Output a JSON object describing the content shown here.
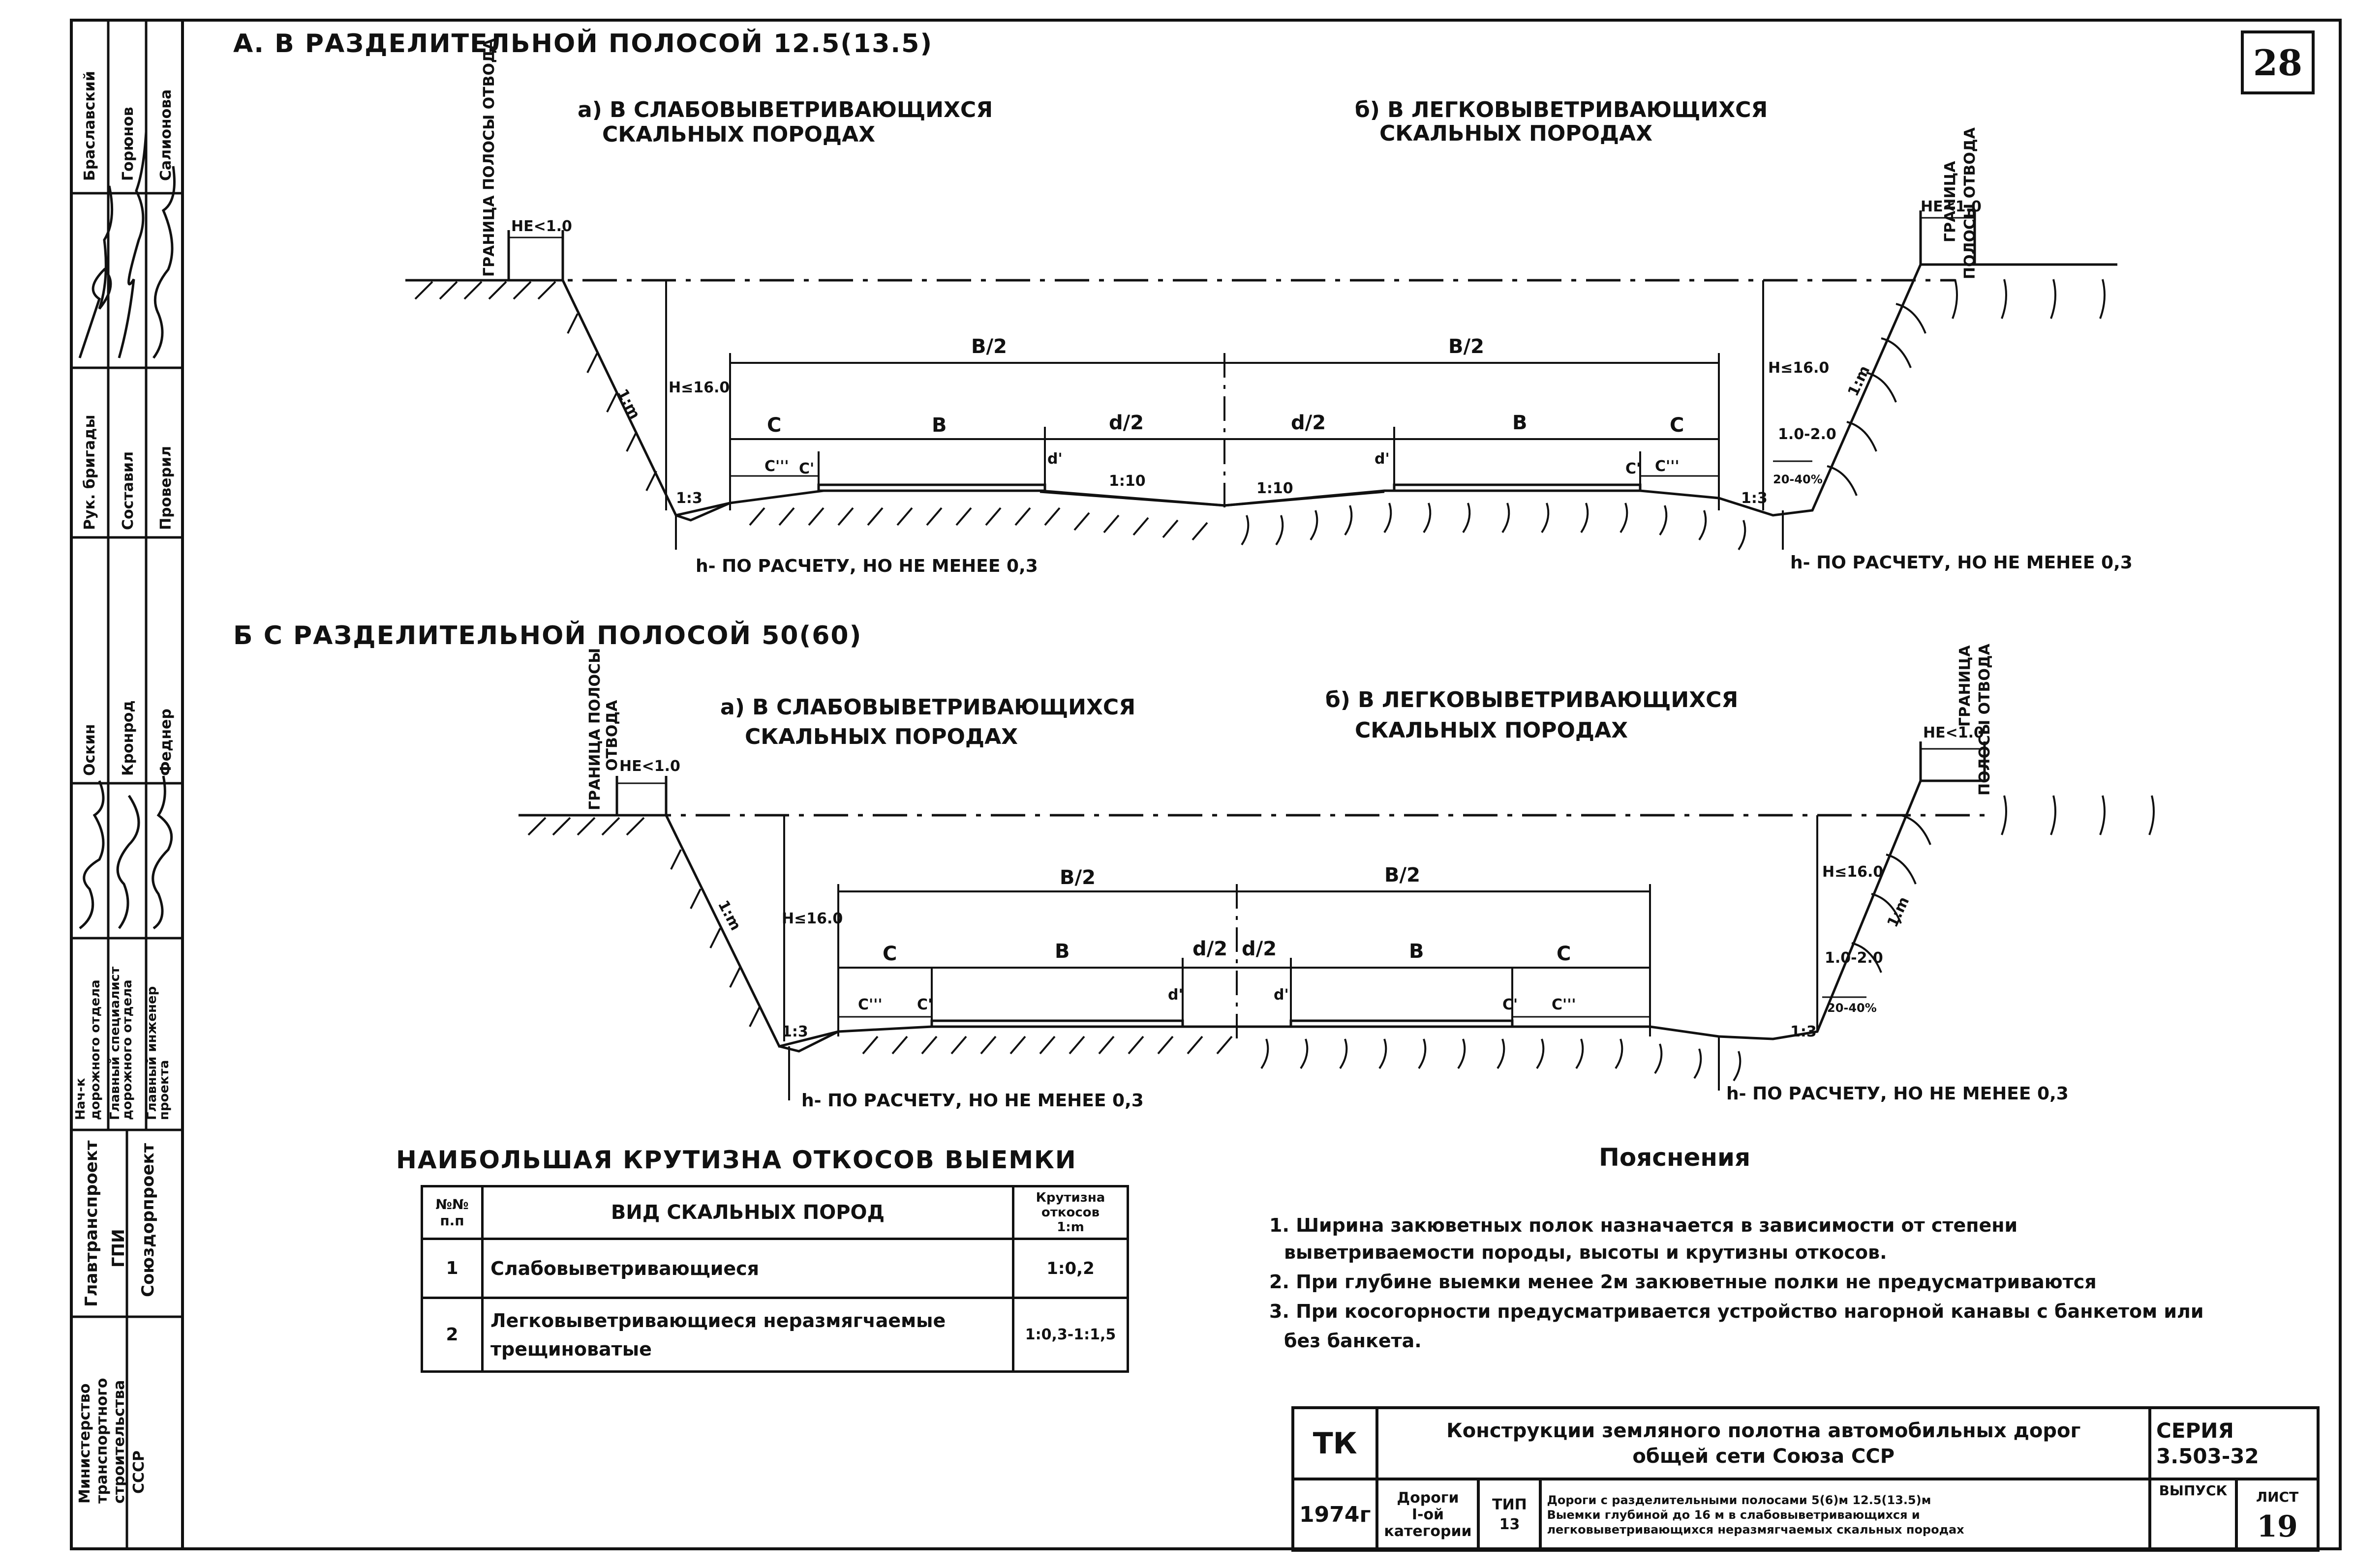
{
  "sheet_badge": "28",
  "sectionA": {
    "title": "А.  В РАЗДЕЛИТЕЛЬНОЙ ПОЛОСОЙ  12.5(13.5)",
    "left_line1": "а) В СЛАБОВЫВЕТРИВАЮЩИХСЯ",
    "left_line2": "СКАЛЬНЫХ ПОРОДАХ",
    "right_line1": "б) В ЛЕГКОВЫВЕТРИВАЮЩИХСЯ",
    "right_line2": "СКАЛЬНЫХ ПОРОДАХ",
    "border_left": "ГРАНИЦА ПОЛОСЫ ОТВОДА",
    "border_right1": "ГРАНИЦА",
    "border_right2": "ПОЛОСЫ ОТВОДА",
    "ne10": "НЕ<1.0",
    "h_left": "Н≤16.0",
    "h_right": "Н≤16.0",
    "b2": "В/2",
    "c": "С",
    "b": "В",
    "d2": "d/2",
    "c3": "С'''",
    "c1": "С'",
    "d1": "d'",
    "slope_m": "1:m",
    "slope_10": "1:10",
    "slope_3": "1:3",
    "bench": "1.0-2.0",
    "bench_pct": "20-40%",
    "h_note": "h- ПО РАСЧЕТУ, НО НЕ МЕНЕЕ 0,3"
  },
  "sectionB": {
    "title": "Б   С РАЗДЕЛИТЕЛЬНОЙ ПОЛОСОЙ   50(60)",
    "left_line1": "а) В СЛАБОВЫВЕТРИВАЮЩИХСЯ",
    "left_line2": "СКАЛЬНЫХ ПОРОДАХ",
    "right_line1": "б) В ЛЕГКОВЫВЕТРИВАЮЩИХСЯ",
    "right_line2": "СКАЛЬНЫХ ПОРОДАХ",
    "border_left1": "ГРАНИЦА ПОЛОСЫ",
    "border_left2": "ОТВОДА",
    "border_right1": "ГРАНИЦА",
    "border_right2": "ПОЛОСЫ ОТВОДА",
    "ne10": "НЕ<1.0",
    "h_left": "Н≤16.0",
    "h_right": "Н≤16.0",
    "b2": "В/2",
    "c": "С",
    "b": "В",
    "d2": "d/2",
    "c3": "С'''",
    "c1": "С'",
    "d1": "d'",
    "slope_m": "1:m",
    "slope_3": "1:3",
    "bench": "1.0-2.0",
    "bench_pct": "20-40%",
    "h_note": "h- ПО РАСЧЕТУ, НО НЕ МЕНЕЕ 0,3"
  },
  "slope_table": {
    "title": "НАИБОЛЬШАЯ КРУТИЗНА ОТКОСОВ ВЫЕМКИ",
    "col1": "№№ п.п",
    "col2": "ВИД СКАЛЬНЫХ ПОРОД",
    "col3_l1": "Крутизна",
    "col3_l2": "откосов",
    "col3_l3": "1:m",
    "rows": [
      {
        "n": "1",
        "type": "Слабовыветривающиеся",
        "slope": "1:0,2"
      },
      {
        "n": "2",
        "type": "Легковыветривающиеся неразмягчаемые трещиноватые",
        "slope": "1:0,3-1:1,5"
      }
    ]
  },
  "notes": {
    "title": "Пояснения",
    "n1a": "1. Ширина закюветных полок назначается в зависимости от степени",
    "n1b": "выветриваемости породы, высоты и крутизны откосов.",
    "n2": "2. При глубине выемки менее 2м закюветные полки не предусматриваются",
    "n3a": "3. При косогорности предусматривается устройство нагорной канавы с банкетом или",
    "n3b": "без банкета."
  },
  "stamp": {
    "tk": "ТК",
    "title1": "Конструкции земляного полотна автомобильных дорог",
    "title2": "общей сети Союза ССР",
    "seria_label": "СЕРИЯ",
    "seria_value": "3.503-32",
    "year": "1974г",
    "roads1": "Дороги",
    "roads2": "I-ой",
    "roads3": "категории",
    "type_label": "ТИП",
    "type_value": "13",
    "desc1": "Дороги с разделительными полосами 5(6)м 12.5(13.5)м",
    "desc2": "Выемки глубиной до 16 м в слабовыветривающихся и",
    "desc3": "легковыветривающихся неразмягчаемых скальных породах",
    "issue_label": "ВЫПУСК",
    "sheet_label": "ЛИСТ",
    "sheet_value": "19"
  },
  "side": {
    "c1": [
      "Министерство",
      "транспортного",
      "строительства",
      "СССР"
    ],
    "c2": [
      "Главтранспроект",
      "ГПИ",
      "Союздорпроект"
    ],
    "c3": [
      "Нач-к",
      "дорожного отдела",
      "Главный специалист",
      "дорожного отдела",
      "Главный инженер",
      "проекта"
    ],
    "c4": [
      "Оскин",
      "Кронрод",
      "Феднер"
    ],
    "c5": [
      "Рук. бригады",
      "Составил",
      "Проверил"
    ],
    "c6": [
      "Браславский",
      "Горюнов",
      "Салионова"
    ]
  }
}
